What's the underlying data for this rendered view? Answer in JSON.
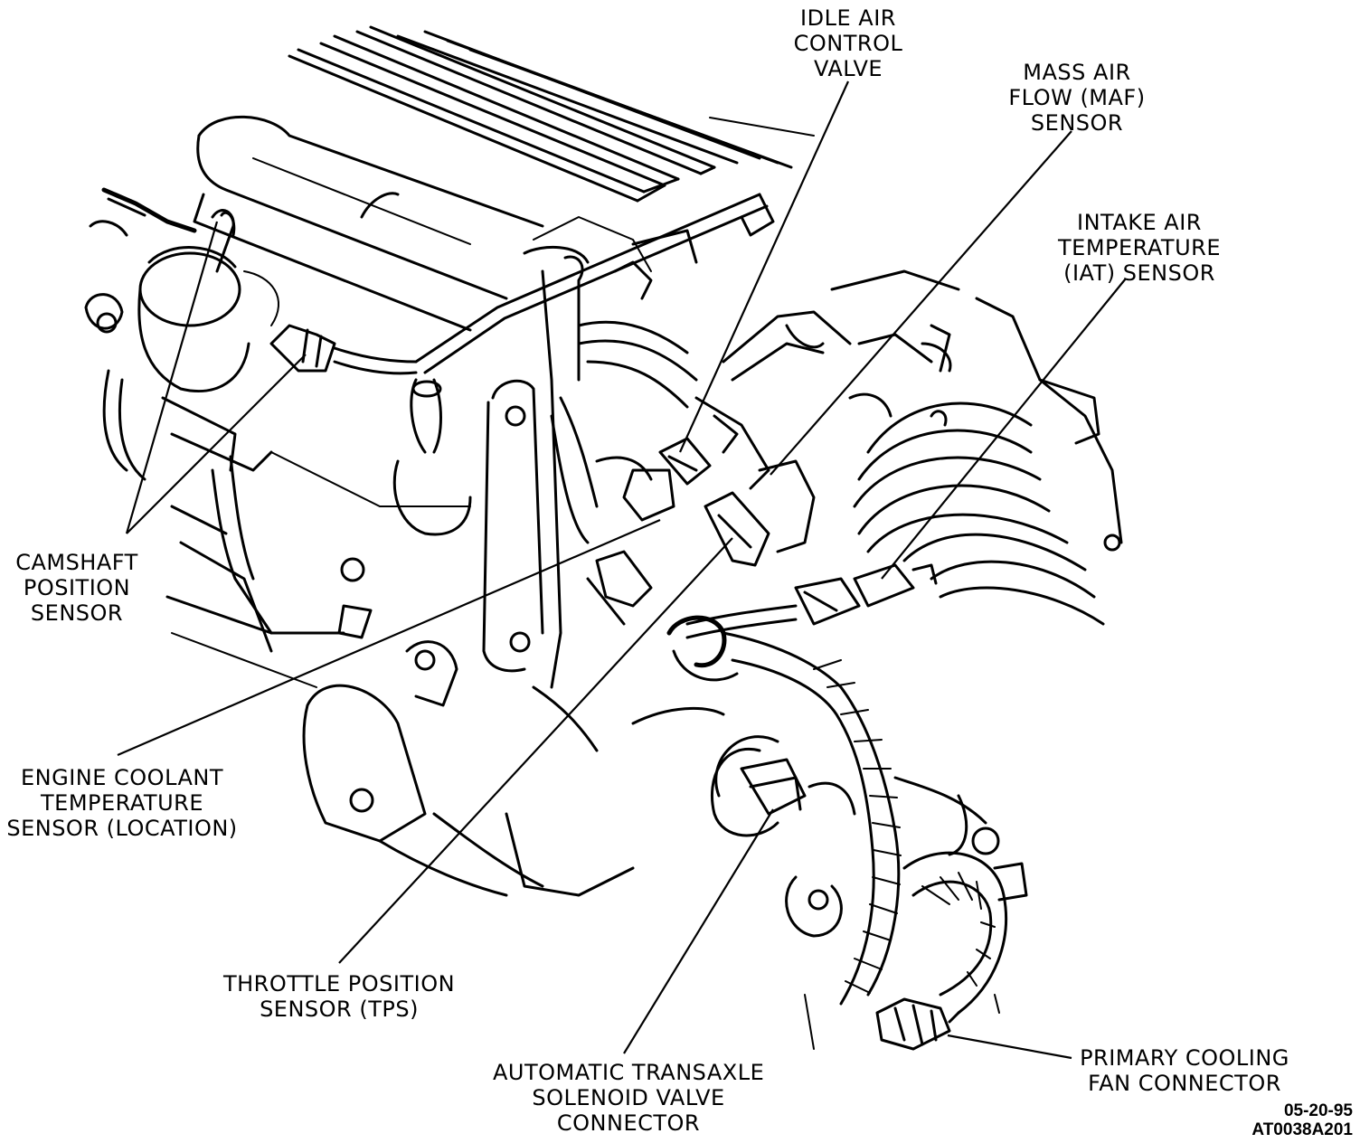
{
  "labels": {
    "idle_air": [
      "IDLE AIR",
      "CONTROL",
      "VALVE"
    ],
    "maf": [
      "MASS AIR",
      "FLOW (MAF)",
      "SENSOR"
    ],
    "iat": [
      "INTAKE AIR",
      "TEMPERATURE",
      "(IAT) SENSOR"
    ],
    "camshaft": [
      "CAMSHAFT",
      "POSITION",
      "SENSOR"
    ],
    "ect": [
      "ENGINE COOLANT",
      "TEMPERATURE",
      "SENSOR (LOCATION)"
    ],
    "tps": [
      "THROTTLE POSITION",
      "SENSOR (TPS)"
    ],
    "transaxle": [
      "AUTOMATIC TRANSAXLE",
      "SOLENOID VALVE",
      "CONNECTOR"
    ],
    "cooling_fan": [
      "PRIMARY COOLING",
      "FAN CONNECTOR"
    ]
  },
  "figure_code": [
    "05-20-95",
    "AT0038A201"
  ]
}
